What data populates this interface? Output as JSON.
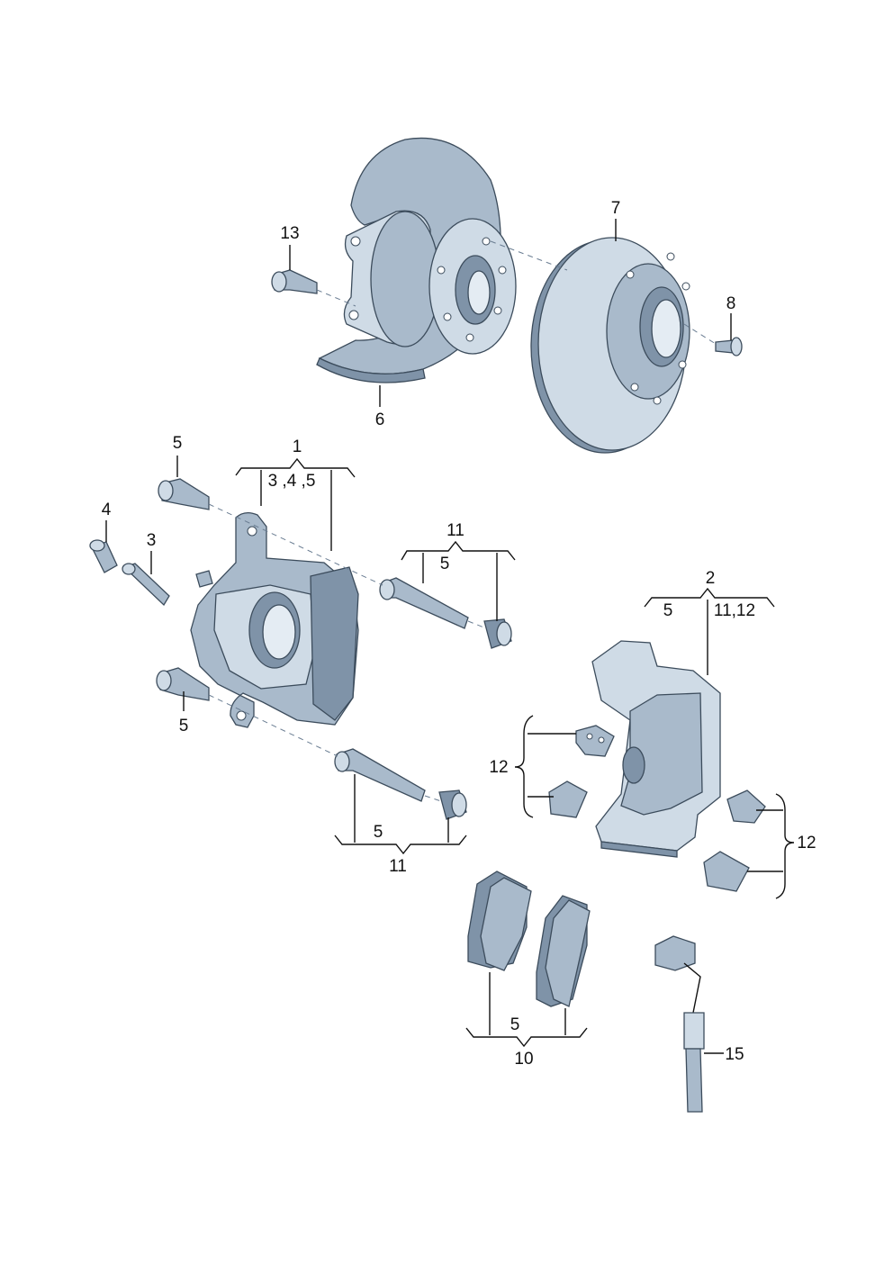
{
  "labels": {
    "l1": "1",
    "l1_sub": "3 ,4 ,5",
    "l2": "2",
    "l2_sub_a": "5",
    "l2_sub_b": "11,12",
    "l3": "3",
    "l4": "4",
    "l5_top": "5",
    "l5_bottom": "5",
    "l6": "6",
    "l7": "7",
    "l8": "8",
    "l10": "10",
    "l10_sub": "5",
    "l11_top": "11",
    "l11_top_sub": "5",
    "l11_bottom": "11",
    "l11_bottom_sub": "5",
    "l12_left": "12",
    "l12_right": "12",
    "l13": "13",
    "l15": "15"
  },
  "colors": {
    "metal": "#a9bacb",
    "outline": "#3c4c5c",
    "text": "#111111"
  }
}
